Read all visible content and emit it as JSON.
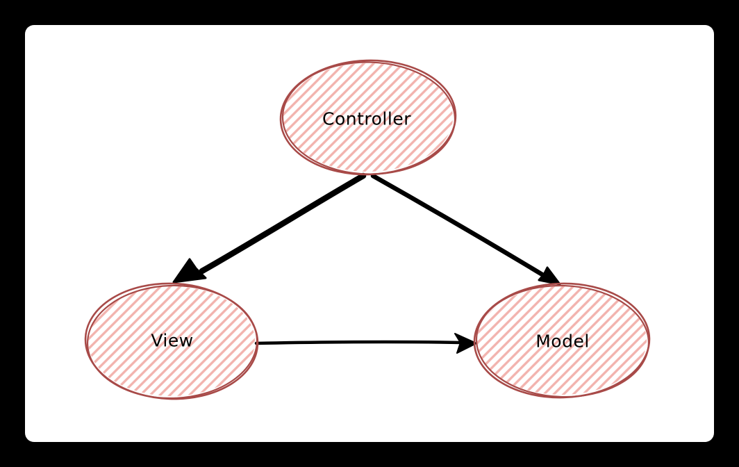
{
  "frame": {
    "background": "#000000"
  },
  "canvas": {
    "background": "#ffffff"
  },
  "diagram": {
    "style": "hand-drawn",
    "nodes": [
      {
        "id": "controller",
        "label": "Controller",
        "shape": "ellipse"
      },
      {
        "id": "view",
        "label": "View",
        "shape": "ellipse"
      },
      {
        "id": "model",
        "label": "Model",
        "shape": "ellipse"
      }
    ],
    "edges": [
      {
        "from": "controller",
        "to": "view",
        "arrowhead": "to"
      },
      {
        "from": "controller",
        "to": "model",
        "arrowhead": "to"
      },
      {
        "from": "view",
        "to": "model",
        "arrowhead": "to"
      }
    ],
    "colors": {
      "node_stroke": "#a84a48",
      "node_hatch": "#f2b3ae",
      "arrow": "#000000",
      "label": "#000000"
    }
  }
}
